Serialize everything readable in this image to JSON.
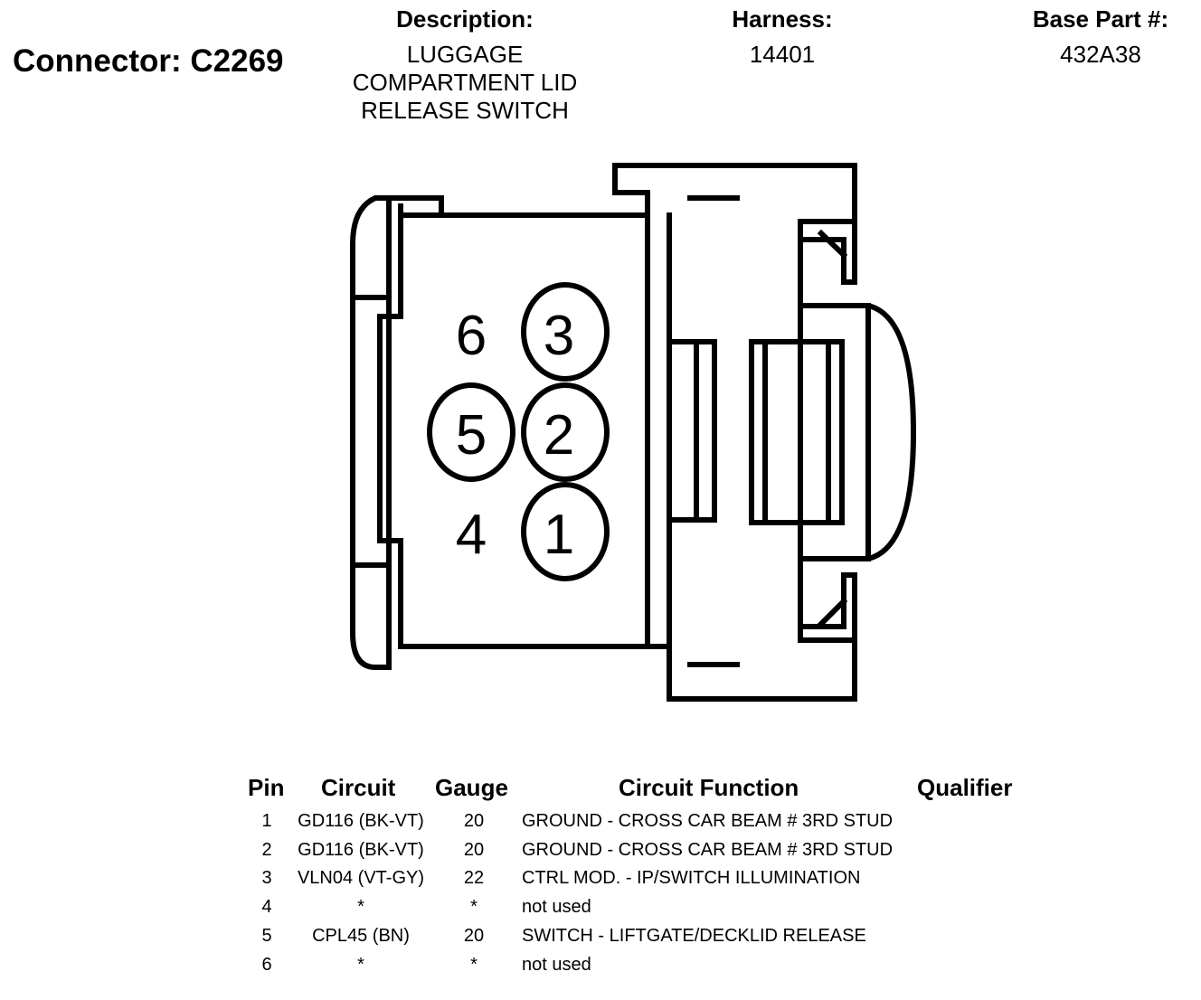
{
  "connector": {
    "label": "Connector: C2269"
  },
  "description": {
    "label": "Description:",
    "lines": [
      "LUGGAGE",
      "COMPARTMENT LID",
      "RELEASE SWITCH"
    ]
  },
  "harness": {
    "label": "Harness:",
    "value": "14401"
  },
  "base_part": {
    "label": "Base Part #:",
    "value": "432A38"
  },
  "pins_diagram": {
    "labels": [
      "1",
      "2",
      "3",
      "4",
      "5",
      "6"
    ]
  },
  "table": {
    "headers": {
      "pin": "Pin",
      "circuit": "Circuit",
      "gauge": "Gauge",
      "function": "Circuit Function",
      "qualifier": "Qualifier"
    },
    "rows": [
      {
        "pin": "1",
        "circuit": "GD116 (BK-VT)",
        "gauge": "20",
        "function": "GROUND - CROSS CAR BEAM # 3RD STUD"
      },
      {
        "pin": "2",
        "circuit": "GD116 (BK-VT)",
        "gauge": "20",
        "function": "GROUND - CROSS CAR BEAM # 3RD STUD"
      },
      {
        "pin": "3",
        "circuit": "VLN04 (VT-GY)",
        "gauge": "22",
        "function": "CTRL MOD. - IP/SWITCH ILLUMINATION"
      },
      {
        "pin": "4",
        "circuit": "*",
        "gauge": "*",
        "function": "not used"
      },
      {
        "pin": "5",
        "circuit": "CPL45 (BN)",
        "gauge": "20",
        "function": "SWITCH - LIFTGATE/DECKLID RELEASE"
      },
      {
        "pin": "6",
        "circuit": "*",
        "gauge": "*",
        "function": "not used"
      }
    ]
  }
}
